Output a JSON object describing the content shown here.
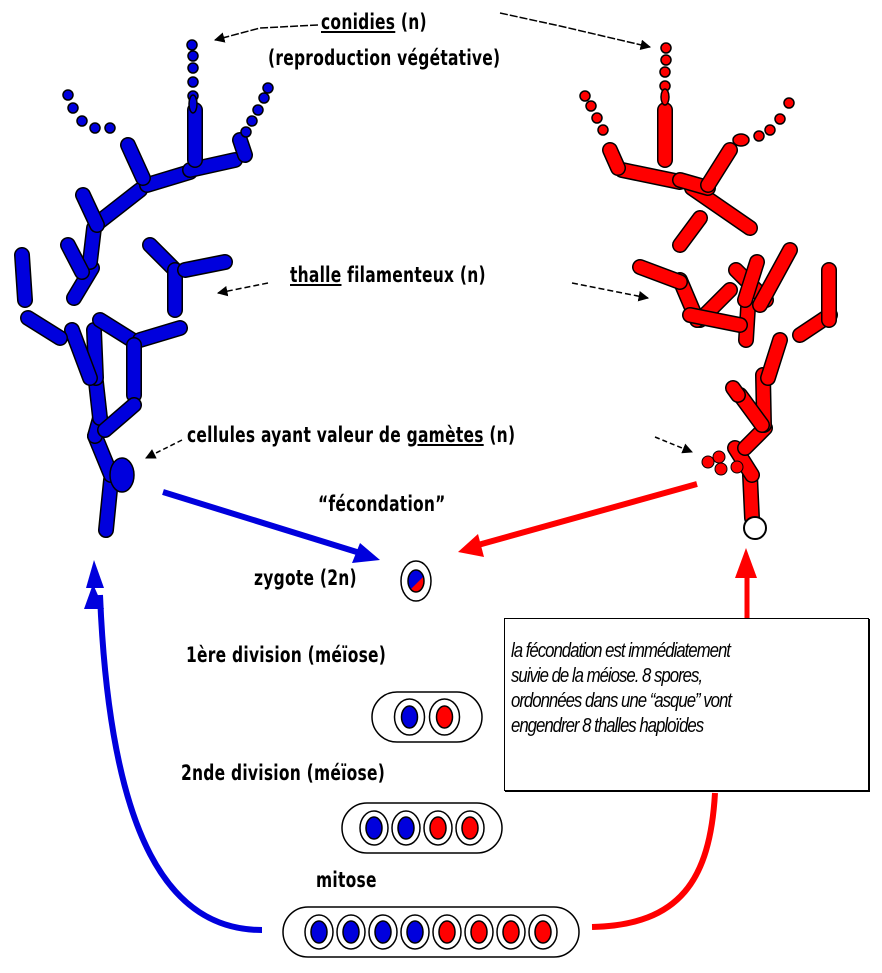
{
  "colors": {
    "strain_a": "#0000dd",
    "strain_b": "#ff0000",
    "outline": "#000000",
    "background": "#ffffff"
  },
  "labels": {
    "conidies": {
      "underlined": "conidies",
      "rest": " (n)"
    },
    "reproduction": "(reproduction végétative)",
    "thalle": {
      "underlined": "thalle",
      "rest": " filamenteux (n)"
    },
    "gametes": {
      "before": "cellules ayant valeur de ",
      "underlined": "gamètes",
      "after": " (n)"
    },
    "fecondation": "“fécondation”",
    "zygote": "zygote (2n)",
    "division1": "1ère division (méïose)",
    "division2": "2nde division (méïose)",
    "mitose": "mitose"
  },
  "note": {
    "lines": [
      "la fécondation est immédiatement",
      "suivie de la méiose. 8 spores,",
      "ordonnées dans une “asque” vont",
      "engendrer 8 thalles haploïdes"
    ]
  },
  "stages": [
    {
      "name": "zygote",
      "nuclei": [
        "mixed"
      ]
    },
    {
      "name": "after-division-1",
      "nuclei": [
        "a",
        "b"
      ]
    },
    {
      "name": "after-division-2",
      "nuclei": [
        "a",
        "a",
        "b",
        "b"
      ]
    },
    {
      "name": "after-mitose",
      "nuclei": [
        "a",
        "a",
        "a",
        "a",
        "b",
        "b",
        "b",
        "b"
      ]
    }
  ]
}
